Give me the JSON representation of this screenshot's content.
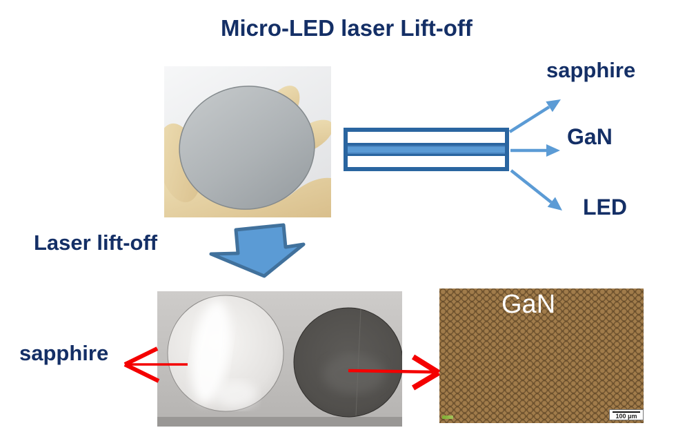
{
  "title": "Micro-LED laser Lift-off",
  "stack": {
    "labels": {
      "sapphire": "sapphire",
      "gan": "GaN",
      "led": "LED"
    },
    "layers": [
      "sapphire",
      "GaN",
      "LED"
    ]
  },
  "process": {
    "label": "Laser lift-off"
  },
  "bottom": {
    "sapphire_label": "sapphire"
  },
  "microscope": {
    "label": "GaN",
    "scale_bar": "100 μm"
  },
  "colors": {
    "navy": "#142f66",
    "light_blue": "#5b9bd5",
    "arrow_outline": "#41719c",
    "stack_frame_blue": "#2a65a0",
    "red": "#f40000"
  }
}
